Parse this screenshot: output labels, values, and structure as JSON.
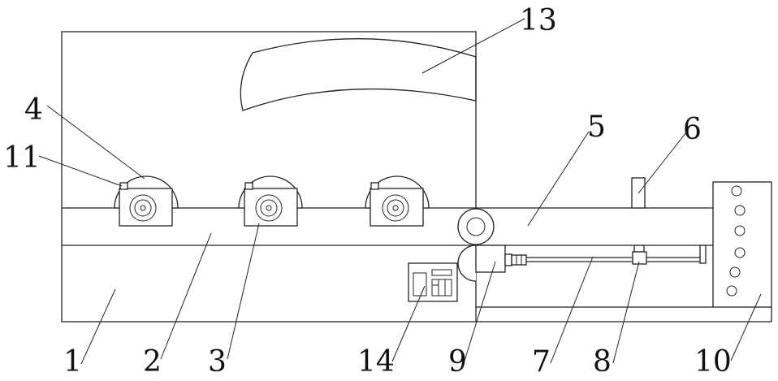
{
  "figure": {
    "line_color": "#222222",
    "background": "#ffffff",
    "labels": {
      "frame": "1",
      "conveyor_belt": "2",
      "roller": "3",
      "roller_cover": "4",
      "side_belt": "5",
      "stop_post": "6",
      "screw_rod": "7",
      "slider": "8",
      "motor": "9",
      "control_panel": "10",
      "sensor": "11",
      "curved_guard": "13",
      "control_box": "14"
    }
  }
}
